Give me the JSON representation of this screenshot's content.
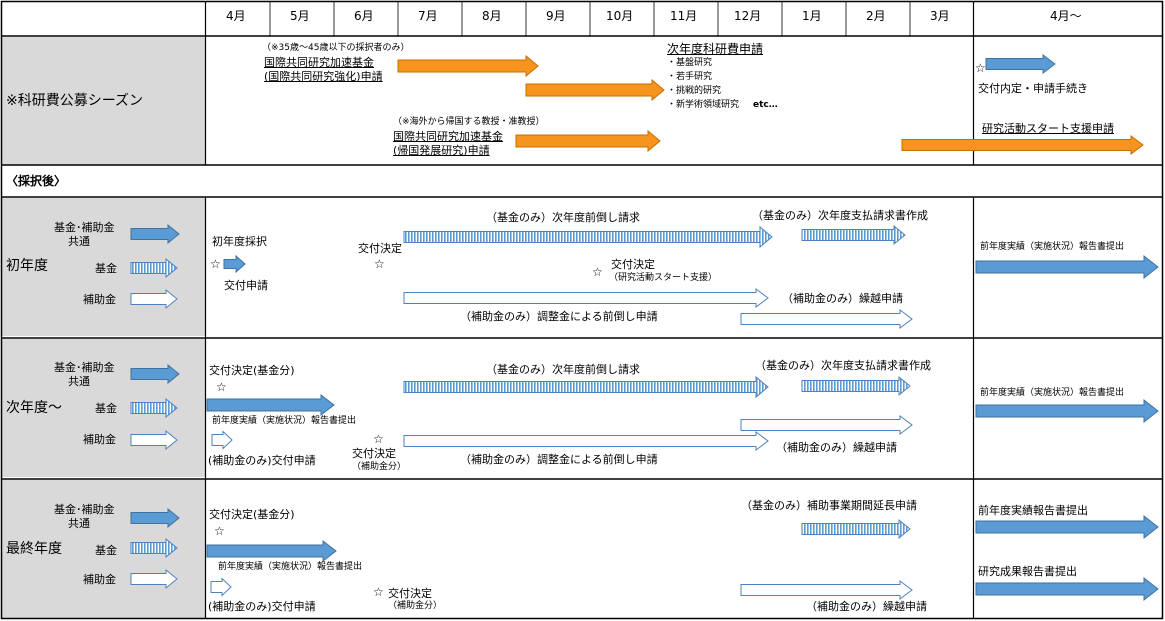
{
  "months": [
    "4月",
    "5月",
    "6月",
    "7月",
    "8月",
    "9月",
    "10月",
    "11月",
    "12月",
    "1月",
    "2月",
    "3月"
  ],
  "next_april": "4月～",
  "legend": {
    "both": [
      "基金･補助金",
      "共通"
    ],
    "kikin": "基金",
    "hojo": "補助金"
  },
  "colors": {
    "blue": "#5B9BD5",
    "orange": "#F7941D",
    "gray": "#D9D9D9",
    "outline": "#4F81BD"
  },
  "recruit": {
    "label": "※科研費公募シーズン",
    "note1": "（※35歳～45歳以下の採択者のみ）",
    "kokusai_kyoka": [
      "国際共同研究加速基金",
      "(国際共同研究強化)申請"
    ],
    "jinendo_title": "次年度科研費申請",
    "jinendo_items": [
      "・基盤研究",
      "・若手研究",
      "・挑戦的研究",
      "・新学術領域研究"
    ],
    "etc": "etc…",
    "note2": "（※海外から帰国する教授・准教授）",
    "kokusai_kikoku": [
      "国際共同研究加速基金",
      "(帰国発展研究)申請"
    ],
    "kofu_naitei": "交付内定・申請手続き",
    "start_shien": "研究活動スタート支援申請"
  },
  "after_adoption": "〈採択後〉",
  "star": "☆",
  "year1": {
    "label": "初年度",
    "saitaku": "初年度採択",
    "kofu_shinsei": "交付申請",
    "kofu_kettei": "交付決定",
    "kikin_maedaoshi": "（基金のみ）次年度前倒し請求",
    "kikin_shiharai": "（基金のみ）次年度支払請求書作成",
    "kofu_kettei2": "交付決定",
    "start_shien_small": "（研究活動スタート支援）",
    "hojo_kurikoshi": "（補助金のみ）繰越申請",
    "hojo_chosei": "（補助金のみ）調整金による前倒し申請",
    "right": "前年度実績（実施状況）報告書提出"
  },
  "year2": {
    "label": "次年度～",
    "kofu_kettei_kikin": "交付決定(基金分)",
    "kikin_maedaoshi": "（基金のみ）次年度前倒し請求",
    "kikin_shiharai": "（基金のみ）次年度支払請求書作成",
    "zennendo": "前年度実績（実施状況）報告書提出",
    "kofu_kettei": "交付決定",
    "hojo_bun": "（補助金分）",
    "hojo_kofu_shinsei": "(補助金のみ)交付申請",
    "hojo_chosei": "（補助金のみ）調整金による前倒し申請",
    "hojo_kurikoshi": "（補助金のみ）繰越申請",
    "right": "前年度実績（実施状況）報告書提出"
  },
  "year3": {
    "label": "最終年度",
    "kofu_kettei_kikin": "交付決定(基金分)",
    "zennendo": "前年度実績（実施状況）報告書提出",
    "hojo_kofu_shinsei": "(補助金のみ)交付申請",
    "kofu_kettei": "交付決定",
    "hojo_bun": "（補助金分）",
    "kikin_encho": "（基金のみ）補助事業期間延長申請",
    "hojo_kurikoshi": "（補助金のみ）繰越申請",
    "right1": "前年度実績報告書提出",
    "right2": "研究成果報告書提出"
  }
}
